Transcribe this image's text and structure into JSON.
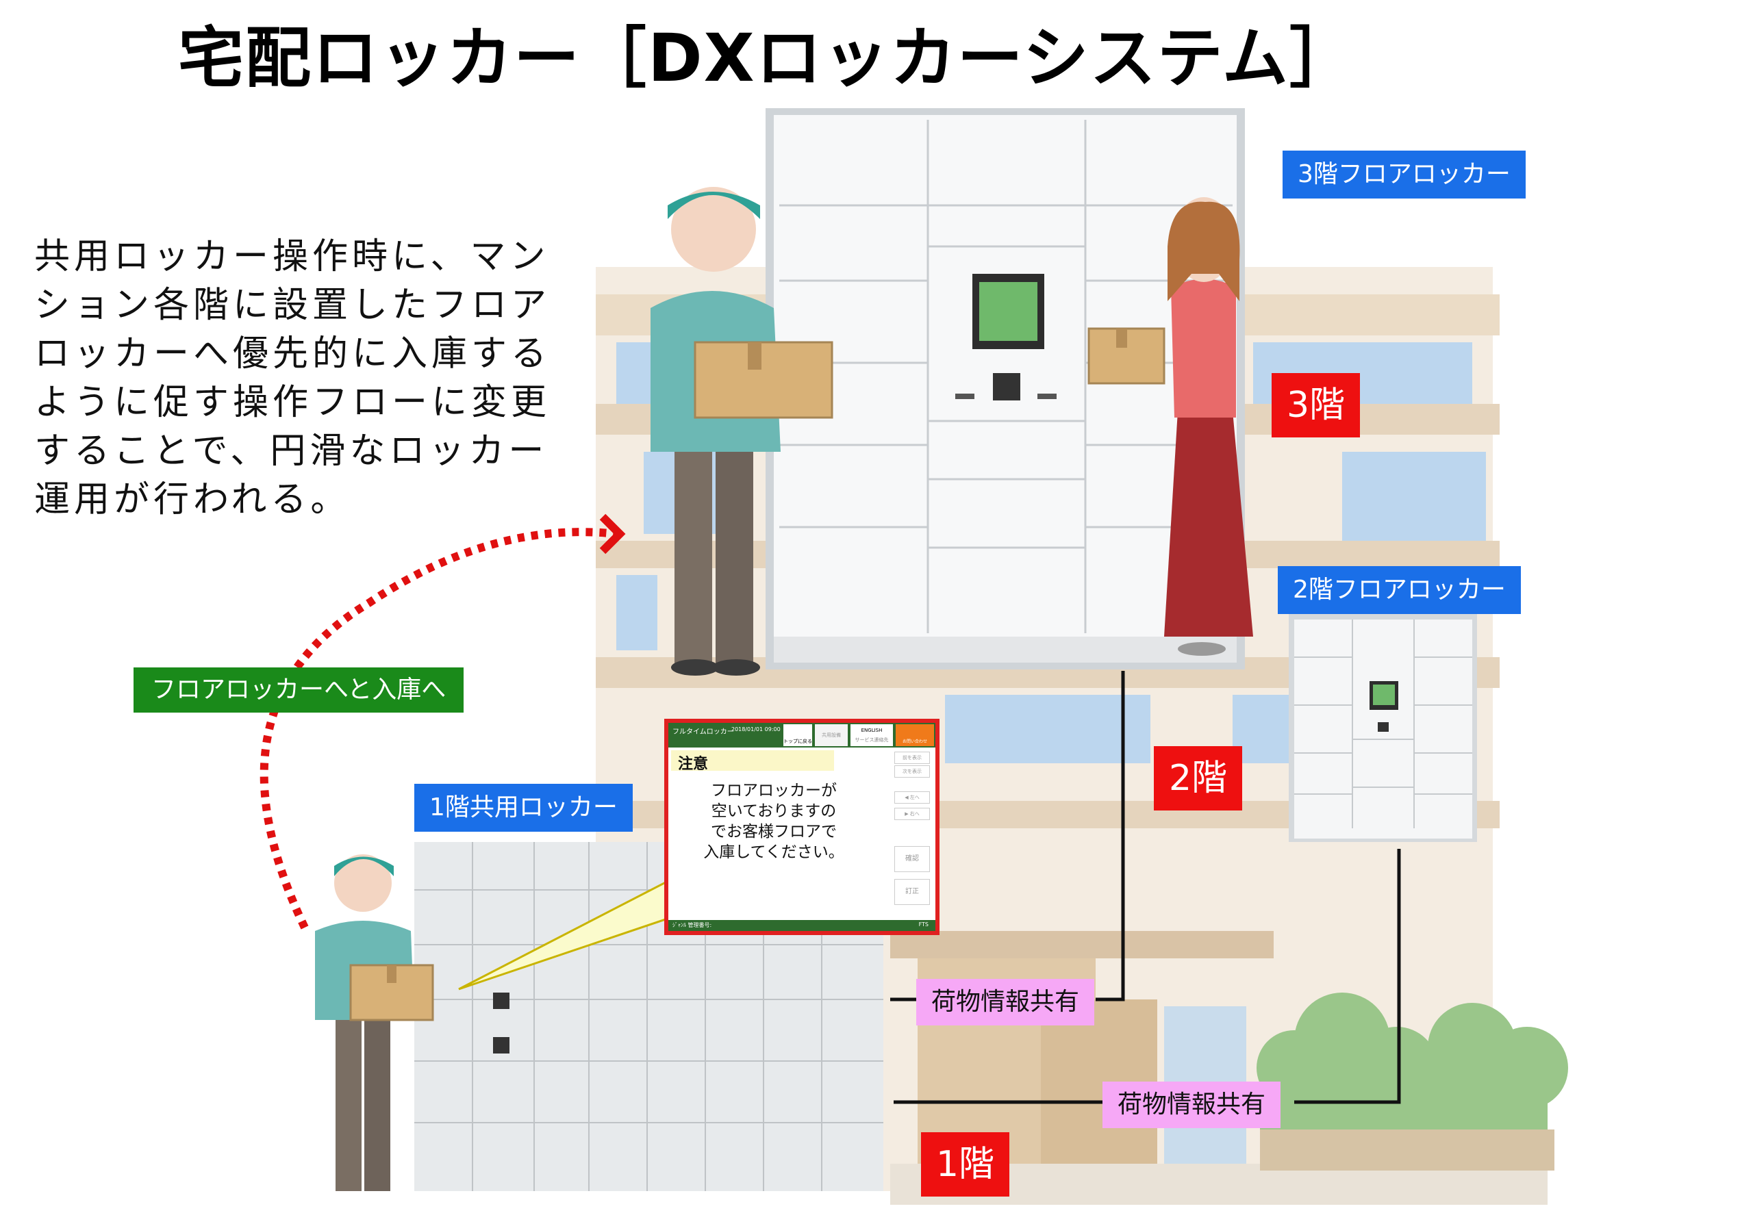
{
  "title": "宅配ロッカー［DXロッカーシステム］",
  "description": "共用ロッカー操作時に、マンション各階に設置したフロアロッカーへ優先的に入庫するように促す操作フローに変更することで、円滑なロッカー運用が行われる。",
  "labels": {
    "floor3_locker": "3階フロアロッカー",
    "floor2_locker": "2階フロアロッカー",
    "floor1_locker": "1階共用ロッカー",
    "floor3": "3階",
    "floor2": "2階",
    "floor1": "1階",
    "arrow_label": "フロアロッカーへと入庫へ",
    "share_upper": "荷物情報共有",
    "share_lower": "荷物情報共有"
  },
  "screen": {
    "brand": "フルタイムロッカー",
    "date": "2018/01/01 09:00",
    "top_button": "トップに戻る",
    "usage_button": "共用設備",
    "english_button": "ENGLISH",
    "service_button": "サービス連絡先",
    "call_button": "お問い合わせ",
    "notice": "注意",
    "message_line1": "フロアロッカーが",
    "message_line2": "空いておりますの",
    "message_line3": "でお客様フロアで",
    "message_line4": "入庫してください。",
    "side_buttons": [
      "前を表示",
      "次を表示",
      "◀ 左へ",
      "▶ 右へ"
    ],
    "confirm": "確認",
    "correct": "訂正",
    "footer_left": "ｼﾞｬﾝﾙ 管理番号:",
    "footer_right": "FTS"
  },
  "colors": {
    "blue": "#1a6fe8",
    "green": "#1a8a1a",
    "red": "#ee1010",
    "pink": "#f6a8f6",
    "arrow": "#e01010"
  }
}
